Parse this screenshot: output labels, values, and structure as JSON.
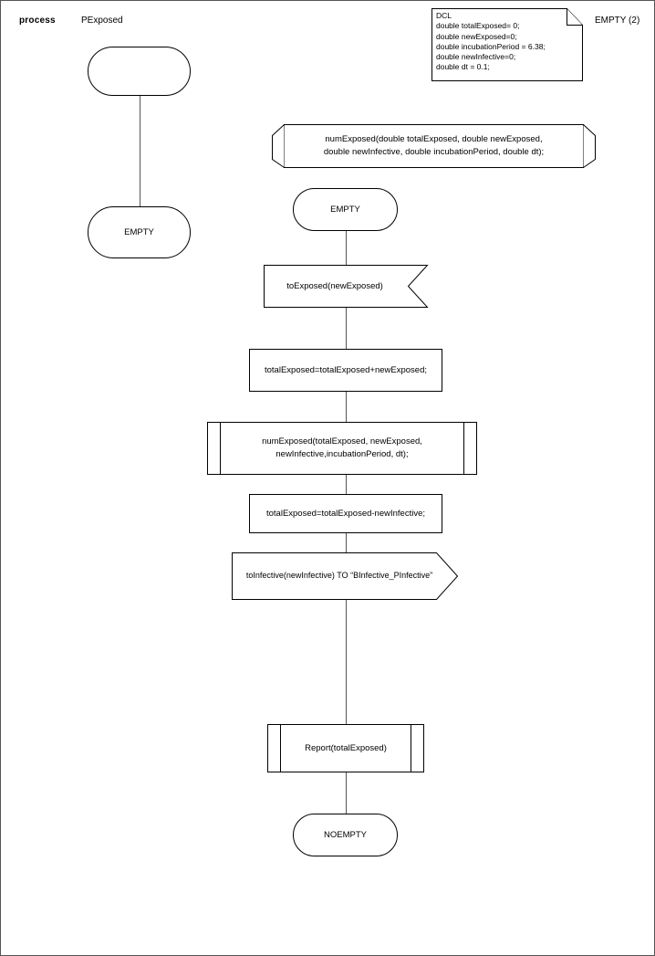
{
  "diagram": {
    "type": "SDL process diagram",
    "header": {
      "keyword": "process",
      "process_name": "PExposed",
      "page_label": "EMPTY (2)"
    },
    "declaration": {
      "title": "DCL",
      "lines": [
        "DCL",
        "double totalExposed= 0;",
        "double newExposed=0;",
        "double incubationPeriod = 6.38;",
        "double newInfective=0;",
        "double dt = 0.1;"
      ],
      "text": "DCL\ndouble totalExposed= 0;\ndouble newExposed=0;\ndouble incubationPeriod = 6.38;\ndouble newInfective=0;\ndouble dt = 0.1;"
    },
    "left_branch": {
      "start_symbol_label": "",
      "state_label": "EMPTY"
    },
    "main_branch": {
      "procedure_declaration": "numExposed(double totalExposed, double newExposed,\ndouble newInfective, double incubationPeriod, double dt);",
      "state_start": "EMPTY",
      "input": "toExposed(newExposed)",
      "task_1": "totalExposed=totalExposed+newExposed;",
      "procedure_call_1": "numExposed(totalExposed, newExposed,\nnewInfective,incubationPeriod, dt);",
      "task_2": "totalExposed=totalExposed-newInfective;",
      "output": "toInfective(newInfective) TO “BInfective_PInfective”",
      "procedure_call_2": "Report(totalExposed)",
      "state_end": "NOEMPTY"
    },
    "colors": {
      "background": "#ffffff",
      "stroke": "#000000",
      "connector": "#555555",
      "text": "#000000",
      "page_border": "#555555"
    }
  }
}
